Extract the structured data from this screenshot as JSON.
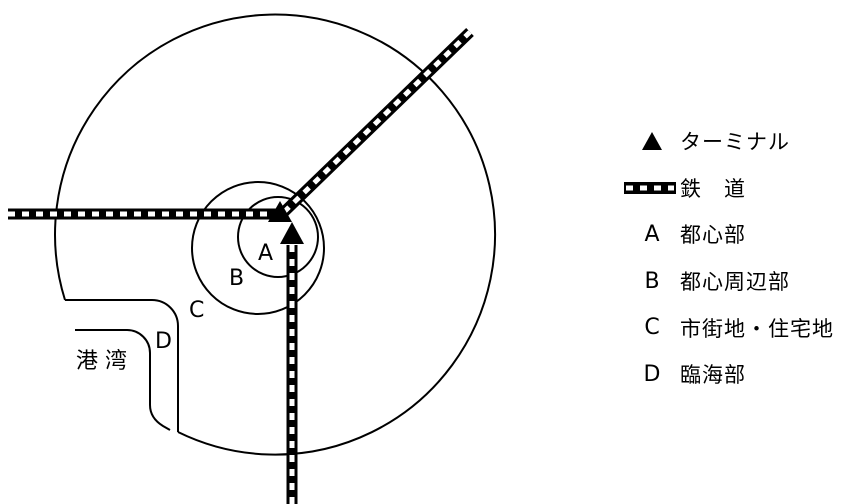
{
  "diagram": {
    "zones": [
      "A",
      "B",
      "C",
      "D"
    ],
    "harbor_label": "港 湾"
  },
  "legend": {
    "terminal": {
      "icon": "triangle-icon",
      "text": "ターミナル"
    },
    "railway": {
      "icon": "railway-line-icon",
      "text": "鉄　道"
    },
    "zones": [
      {
        "key": "A",
        "text": "都心部"
      },
      {
        "key": "B",
        "text": "都心周辺部"
      },
      {
        "key": "C",
        "text": "市街地・住宅地"
      },
      {
        "key": "D",
        "text": "臨海部"
      }
    ]
  },
  "colors": {
    "line": "#000000",
    "background": "#ffffff"
  }
}
